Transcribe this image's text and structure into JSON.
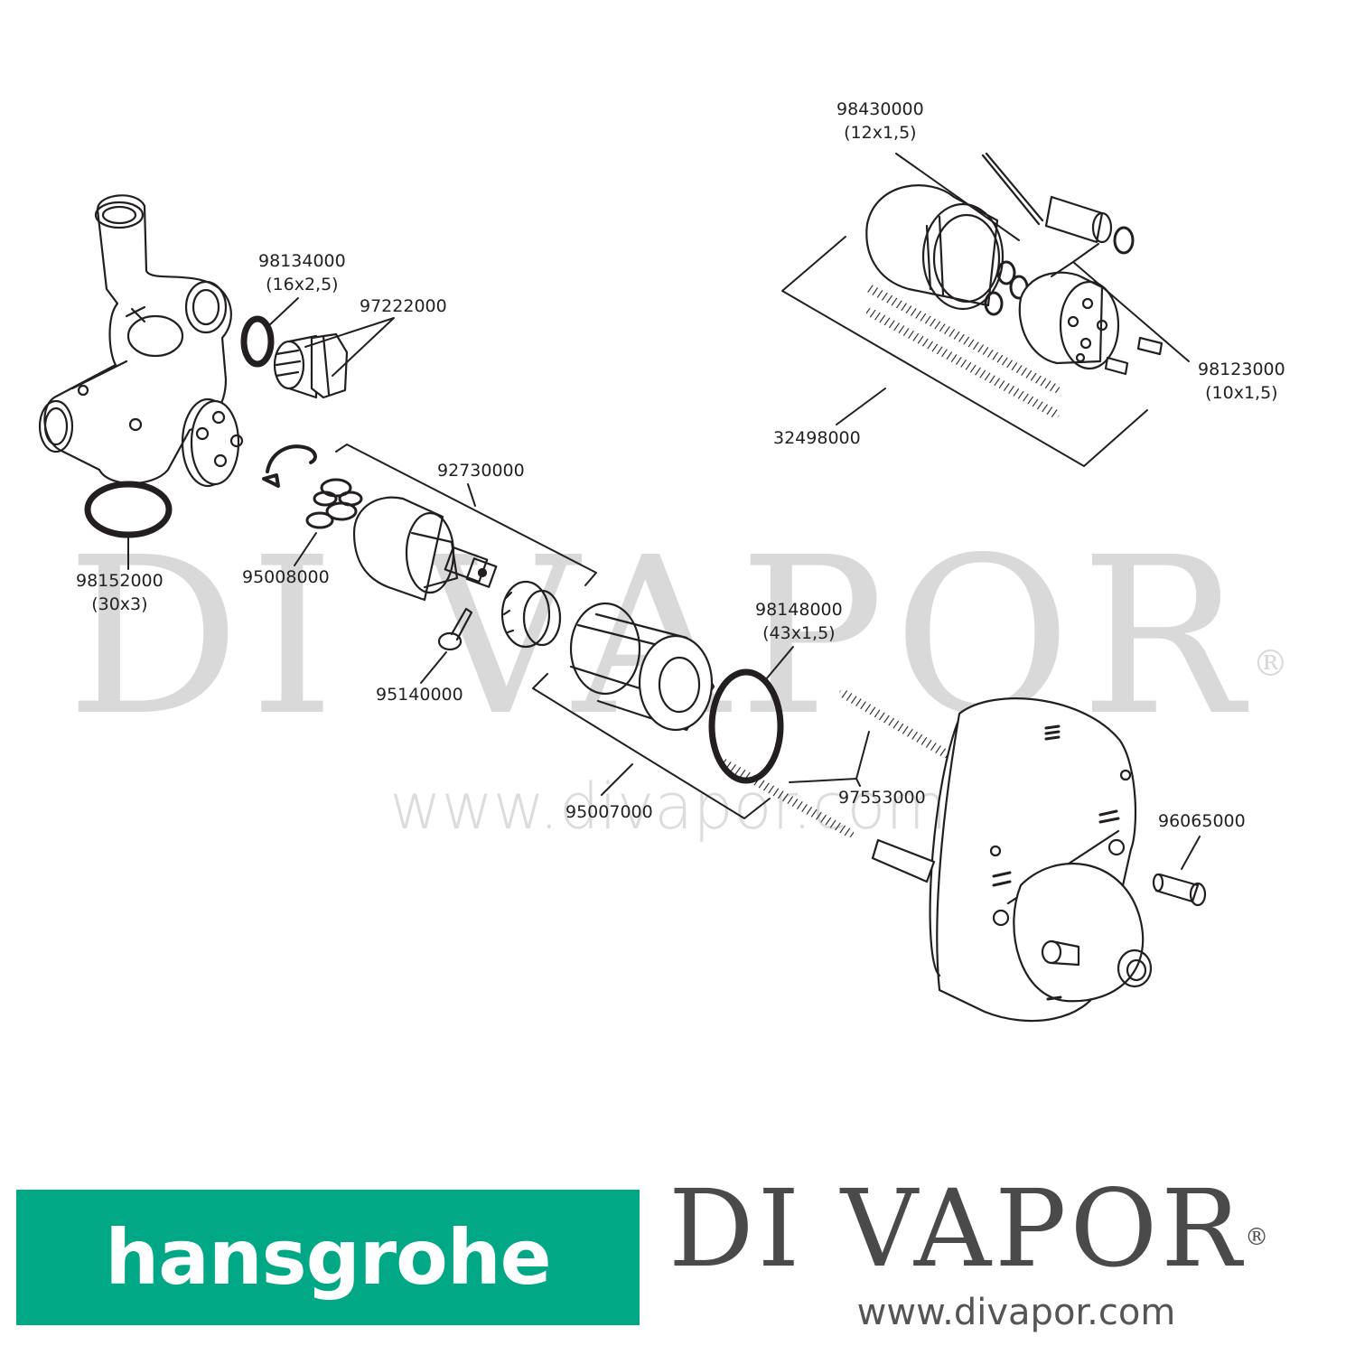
{
  "watermark": {
    "logo": "DI VAPOR",
    "registered": "®",
    "url": "www.divapor.com"
  },
  "parts": {
    "p98430000": {
      "number": "98430000",
      "size": "(12x1,5)"
    },
    "p98134000": {
      "number": "98134000",
      "size": "(16x2,5)"
    },
    "p97222000": {
      "number": "97222000"
    },
    "p92730000": {
      "number": "92730000"
    },
    "p98123000": {
      "number": "98123000",
      "size": "(10x1,5)"
    },
    "p32498000": {
      "number": "32498000"
    },
    "p98152000": {
      "number": "98152000",
      "size": "(30x3)"
    },
    "p95008000": {
      "number": "95008000"
    },
    "p98148000": {
      "number": "98148000",
      "size": "(43x1,5)"
    },
    "p95140000": {
      "number": "95140000"
    },
    "p97553000": {
      "number": "97553000"
    },
    "p95007000": {
      "number": "95007000"
    },
    "p96065000": {
      "number": "96065000"
    }
  },
  "footer": {
    "brand": "hansgrohe",
    "brand_color": "#00a886",
    "dealer_logo": "DI VAPOR",
    "dealer_registered": "®",
    "dealer_url": "www.divapor.com"
  }
}
